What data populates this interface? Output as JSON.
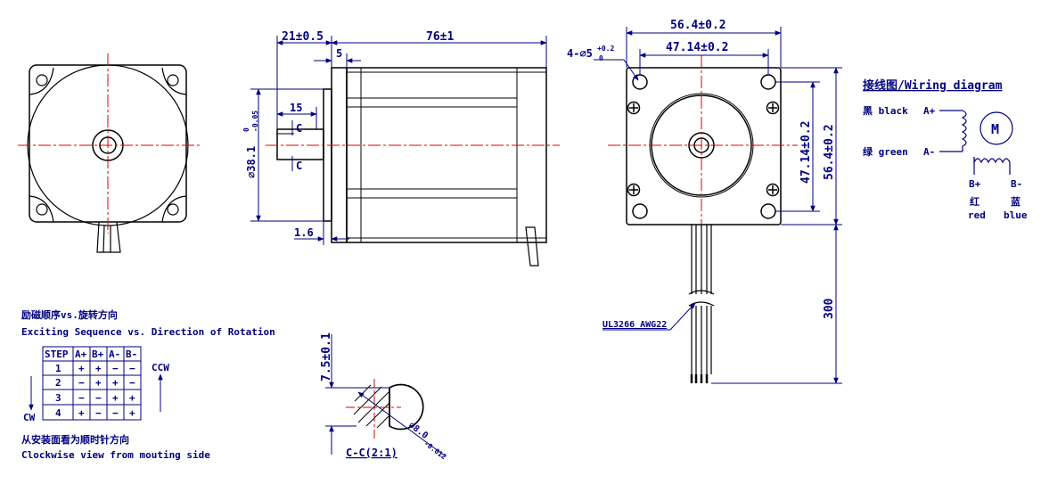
{
  "dims": {
    "shaft_ext": "21±0.5",
    "body_len": "76±1",
    "boss": "5",
    "flat_len": "15",
    "cut_mark": "C",
    "boss_dia": "⌀38.1",
    "boss_tol_top": "0",
    "boss_tol_bot": "-0.05",
    "flange_t": "1.6",
    "holes": "4-⌀5",
    "holes_tol_top": "+0.2",
    "holes_tol_bot": "0",
    "outer_w": "56.4±0.2",
    "hole_pitch": "47.14±0.2",
    "v_pitch": "47.14±0.2",
    "v_outer": "56.4±0.2",
    "lead_len": "300",
    "wire": "UL3266 AWG22",
    "flat_h": "7.5±0.1",
    "shaft_dia": "⌀8.0",
    "shaft_tol": "-0.012",
    "section": "C-C(2:1)"
  },
  "wiring": {
    "title": "接线图/Wiring diagram",
    "black": "黑 black",
    "green": "绿 green",
    "a_plus": "A+",
    "a_minus": "A-",
    "motor": "M",
    "b_plus": "B+",
    "b_minus": "B-",
    "red_cn": "红",
    "red": "red",
    "blue_cn": "蓝",
    "blue": "blue"
  },
  "sequence": {
    "title_cn": "励磁顺序vs.旋转方向",
    "title_en": "Exciting Sequence vs. Direction of Rotation",
    "headers": [
      "STEP",
      "A+",
      "B+",
      "A-",
      "B-"
    ],
    "rows": [
      [
        "1",
        "+",
        "+",
        "−",
        "−"
      ],
      [
        "2",
        "−",
        "+",
        "+",
        "−"
      ],
      [
        "3",
        "−",
        "−",
        "+",
        "+"
      ],
      [
        "4",
        "+",
        "−",
        "−",
        "+"
      ]
    ],
    "ccw": "CCW",
    "cw": "CW",
    "foot_cn": "从安装面看为顺时针方向",
    "foot_en": "Clockwise view from mouting side"
  },
  "colors": {
    "line": "#000000",
    "dimension": "#000080",
    "centerline": "#e00000"
  }
}
